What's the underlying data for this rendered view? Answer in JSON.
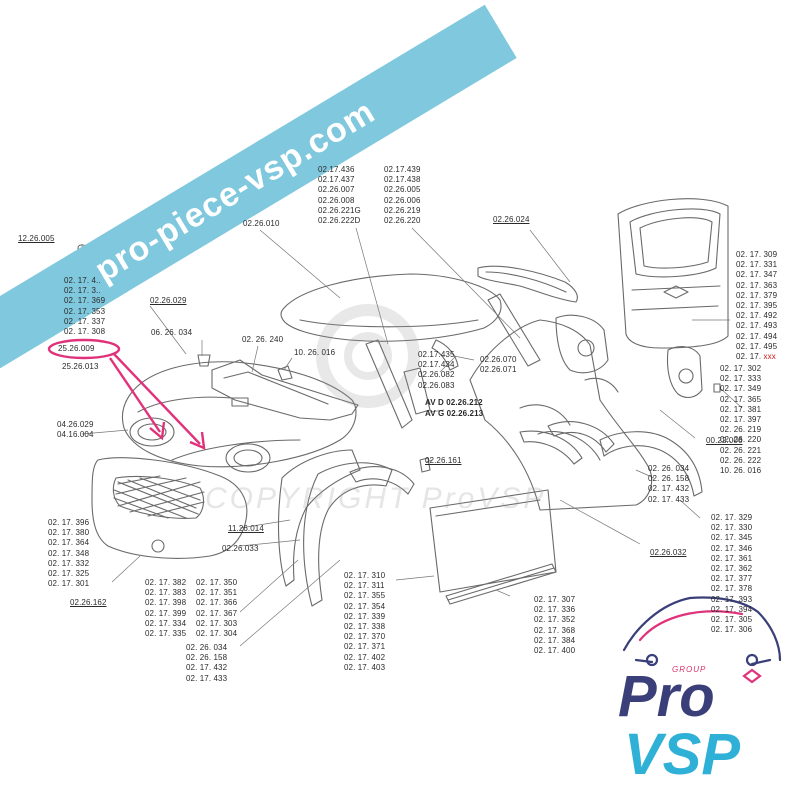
{
  "labels": {
    "l_12_26_005": "12.26.005",
    "l_02_26_029": "02.26.029",
    "l_06_26_034": "06. 26. 034",
    "l_02_26_240": "02. 26. 240",
    "l_10_26_016": "10. 26. 016",
    "l_02_26_010": "02.26.010",
    "l_02_26_024": "02.26.024",
    "l_25_26_009": "25.26.009",
    "l_25_26_013": "25.26.013",
    "l_04_26_029": "04.26.029",
    "l_04_16_004": "04.16.004",
    "l_11_26_014": "11.26.014",
    "l_02_26_033": "02.26.033",
    "l_02_26_162": "02.26.162",
    "l_02_26_070": "02.26.070",
    "l_02_26_071": "02.26.071",
    "l_av_d": "AV D 02.26.212",
    "l_av_g": "AV G 02.26.213",
    "l_02_26_161": "02.26.161",
    "l_00_22_006": "00.22.006",
    "l_02_26_032": "02.26.032"
  },
  "groups": {
    "left_stack": [
      "02. 17. 4..",
      "02. 17. 3..",
      "02. 17. 369",
      "02. 17. 353",
      "02. 17. 337",
      "02. 17. 308"
    ],
    "roof_a": [
      "02.17.436",
      "02.17.437",
      "02.26.007",
      "02.26.008",
      "02.26.221G",
      "02.26.222D"
    ],
    "roof_b": [
      "02.17.439",
      "02.17.438",
      "02.26.005",
      "02.26.006",
      "02.26.219",
      "02.26.220"
    ],
    "pillar": [
      "02.17.435",
      "02.17.434",
      "02.26.082",
      "02.26.083"
    ],
    "tailgate": [
      "02. 17. 309",
      "02. 17. 331",
      "02. 17. 347",
      "02. 17. 363",
      "02. 17. 379",
      "02. 17. 395",
      "02. 17. 492",
      "02. 17. 493",
      "02. 17. 494",
      "02. 17. 495",
      "02. 17."
    ],
    "tailgate_xxx": "xxx",
    "rear_side": [
      "02. 17. 302",
      "02. 17. 333",
      "02. 17. 349",
      "02. 17. 365",
      "02. 17. 381",
      "02. 17. 397",
      "02. 26. 219",
      "02. 26. 220",
      "02. 26. 221",
      "02. 26. 222",
      "10. 26. 016"
    ],
    "rear_arch": [
      "02. 26. 034",
      "02. 26. 158",
      "02. 17. 432",
      "02. 17. 433"
    ],
    "front_bumper": [
      "02. 17. 396",
      "02. 17. 380",
      "02. 17. 364",
      "02. 17. 348",
      "02. 17. 332",
      "02. 17. 325",
      "02. 17. 301"
    ],
    "wing_a": [
      "02. 17. 382",
      "02. 17. 383",
      "02. 17. 398",
      "02. 17. 399",
      "02. 17. 334",
      "02. 17. 335"
    ],
    "wing_b": [
      "02. 17. 350",
      "02. 17. 351",
      "02. 17. 366",
      "02. 17. 367",
      "02. 17. 303",
      "02. 17. 304"
    ],
    "front_arch": [
      "02. 26. 034",
      "02. 26. 158",
      "02. 17. 432",
      "02. 17. 433"
    ],
    "door": [
      "02. 17. 310",
      "02. 17. 311",
      "02. 17. 355",
      "02. 17. 354",
      "02. 17. 339",
      "02. 17. 338",
      "02. 17. 370",
      "02. 17. 371",
      "02. 17. 402",
      "02. 17. 403"
    ],
    "sill": [
      "02. 17. 307",
      "02. 17. 336",
      "02. 17. 352",
      "02. 17. 368",
      "02. 17. 384",
      "02. 17. 400"
    ],
    "rear_bumper": [
      "02. 17. 329",
      "02. 17. 330",
      "02. 17. 345",
      "02. 17. 346",
      "02. 17. 361",
      "02. 17. 362",
      "02. 17. 377",
      "02. 17. 378",
      "02. 17. 393",
      "02. 17. 394",
      "02. 17. 305",
      "02. 17. 306"
    ]
  },
  "banner_text": "pro-piece-vsp.com",
  "watermark_text": "COPYRIGHT ProVSP",
  "logo": {
    "group": "GROUP",
    "pro": "Pro",
    "vsp": "VSP"
  },
  "colors": {
    "banner": "#7fc8dd",
    "highlight": "#e0327a",
    "brand_dark": "#3a3f79",
    "brand_light": "#2fb0d6",
    "xxx": "#d11b1b"
  }
}
